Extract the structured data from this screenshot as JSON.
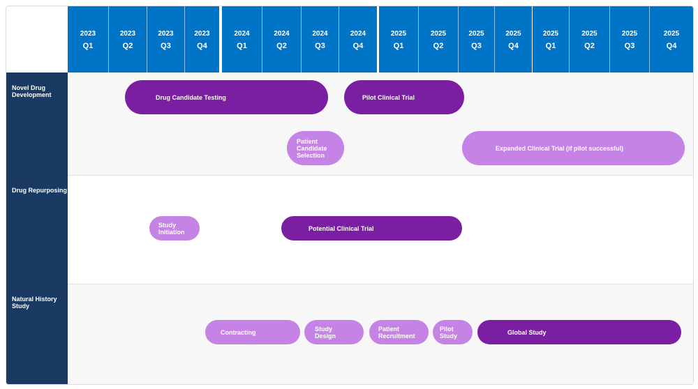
{
  "timeline": {
    "years": [
      "2023",
      "2024",
      "2025",
      "2025"
    ],
    "quarters": [
      "Q1",
      "Q2",
      "Q3",
      "Q4"
    ]
  },
  "colors": {
    "header": "#0074c7",
    "sidebar": "#1a3a63",
    "bar_dark": "#7b1fa2",
    "bar_light": "#c683e6",
    "lane_gray": "#f7f7f7"
  },
  "rows": [
    {
      "label": "Novel Drug Development",
      "tasks": [
        {
          "label": "Drug Candidate Testing",
          "style": "dark"
        },
        {
          "label": "Pilot Clinical Trial",
          "style": "dark"
        },
        {
          "label": "Patient Candidate Selection",
          "style": "light"
        },
        {
          "label": "Expanded Clinical Trial (if pilot successful)",
          "style": "light"
        }
      ]
    },
    {
      "label": "Drug Repurposing",
      "tasks": [
        {
          "label": "Study Initiation",
          "style": "light"
        },
        {
          "label": "Potential Clinical Trial",
          "style": "dark"
        }
      ]
    },
    {
      "label": "Natural History Study",
      "tasks": [
        {
          "label": "Contracting",
          "style": "light"
        },
        {
          "label": "Study Design",
          "style": "light"
        },
        {
          "label": "Patient Recruitment",
          "style": "light"
        },
        {
          "label": "Pilot Study",
          "style": "light"
        },
        {
          "label": "Global Study",
          "style": "dark"
        }
      ]
    }
  ]
}
